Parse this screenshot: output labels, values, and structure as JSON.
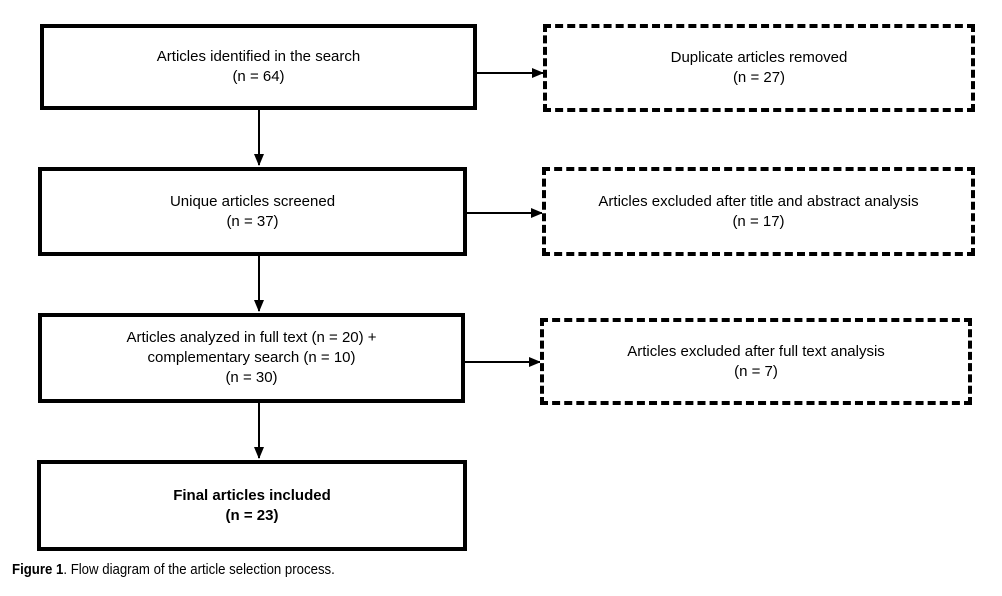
{
  "boxes": {
    "identified": {
      "line1": "Articles identified in the search",
      "line2": "(n = 64)"
    },
    "duplicates": {
      "line1": "Duplicate articles removed",
      "line2": "(n = 27)"
    },
    "screened": {
      "line1": "Unique articles screened",
      "line2": "(n = 37)"
    },
    "excluded_title": {
      "line1": "Articles excluded after title and abstract analysis",
      "line2": "(n = 17)"
    },
    "fulltext": {
      "line1": "Articles analyzed in full text (n = 20) +",
      "line2": "complementary search (n = 10)",
      "line3": "(n = 30)"
    },
    "excluded_full": {
      "line1": "Articles excluded after full text analysis",
      "line2": "(n = 7)"
    },
    "final": {
      "line1": "Final articles included",
      "line2": "(n = 23)"
    }
  },
  "caption": {
    "label": "Figure 1",
    "text": ". Flow diagram of the article selection process."
  }
}
